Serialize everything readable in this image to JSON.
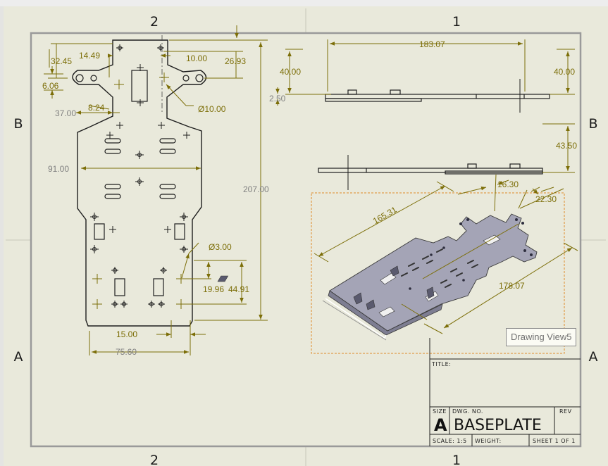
{
  "zones": {
    "top_left": "2",
    "top_right": "1",
    "bottom_left": "2",
    "bottom_right": "1",
    "left_upper": "B",
    "left_lower": "A",
    "right_upper": "B",
    "right_lower": "A"
  },
  "front_view_dims": {
    "d1449": "14.49",
    "d1000": "10.00",
    "d3245": "32.45",
    "d2693": "26.93",
    "d606": "6.06",
    "d824": "8.24",
    "d3700": "37.00",
    "dhole10": "Ø10.00",
    "d9100": "91.00",
    "d20700": "207.00",
    "dhole3": "Ø3.00",
    "d1996": "19.96",
    "d4491": "44.91",
    "d1500": "15.00",
    "d7560": "75.60"
  },
  "side_view_dims": {
    "d18307": "183.07",
    "d4000l": "40.00",
    "d4000r": "40.00",
    "d250": "2.50",
    "d4350": "43.50"
  },
  "iso_view_dims": {
    "d16531": "165.31",
    "d1630": "16.30",
    "d2230": "22.30",
    "d17807": "178.07"
  },
  "tooltip": {
    "label": "Drawing View5"
  },
  "title_block": {
    "title_label": "TITLE:",
    "size_label": "SIZE",
    "size_value": "A",
    "dwg_no_label": "DWG.  NO.",
    "dwg_no_value": "BASEPLATE",
    "rev_label": "REV",
    "scale_label": "SCALE: 1:5",
    "weight_label": "WEIGHT:",
    "sheet_label": "SHEET 1 OF 1"
  },
  "colors": {
    "paper": "#e9e9db",
    "dimension": "#7c6e08",
    "model_edge": "#1a1a1a",
    "selection_box": "#e08a2a",
    "iso_fill": "#a4a4b6"
  }
}
